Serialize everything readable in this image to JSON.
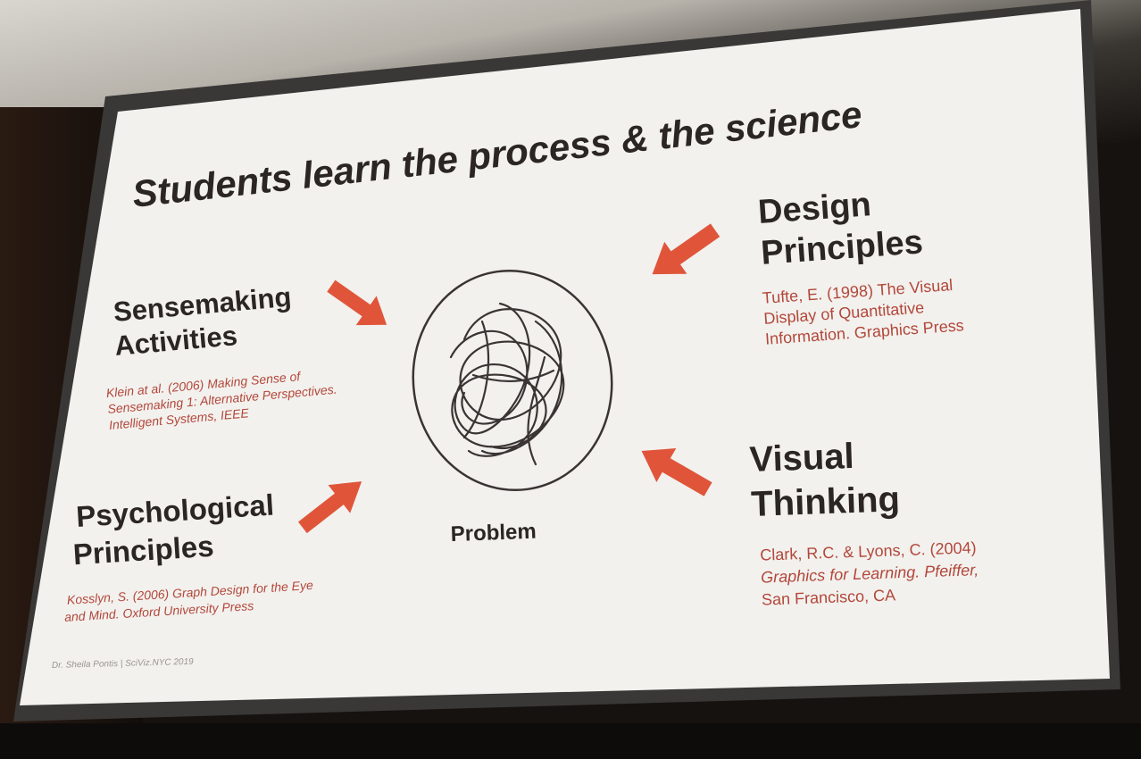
{
  "slide": {
    "title": "Students learn the process & the science",
    "center_label": "Problem",
    "footer": "Dr. Sheila Pontis | SciViz.NYC 2019",
    "sections": {
      "sensemaking": {
        "heading": [
          "Sensemaking",
          "Activities"
        ],
        "reference": [
          "Klein at al. (2006) Making Sense of",
          "Sensemaking 1: Alternative Perspectives.",
          "Intelligent Systems, IEEE"
        ]
      },
      "design": {
        "heading": [
          "Design",
          "Principles"
        ],
        "reference": [
          "Tufte, E. (1998) The Visual",
          "Display of Quantitative",
          "Information. Graphics Press"
        ]
      },
      "psychological": {
        "heading": [
          "Psychological",
          "Principles"
        ],
        "reference": [
          "Kosslyn, S. (2006) Graph Design for the Eye",
          "and Mind. Oxford University Press"
        ]
      },
      "visual": {
        "heading": [
          "Visual",
          "Thinking"
        ],
        "reference": [
          "Clark, R.C. & Lyons, C. (2004)",
          "Graphics for Learning. Pfeiffer,",
          "San Francisco, CA"
        ]
      }
    }
  },
  "colors": {
    "accent": "#e0553a",
    "reference_text": "#b3473a",
    "heading_text": "#2b2624",
    "slide_bg": "#f2f1ee"
  },
  "icons": {
    "arrows": "arrow-icon",
    "scribble": "scribble-icon"
  }
}
